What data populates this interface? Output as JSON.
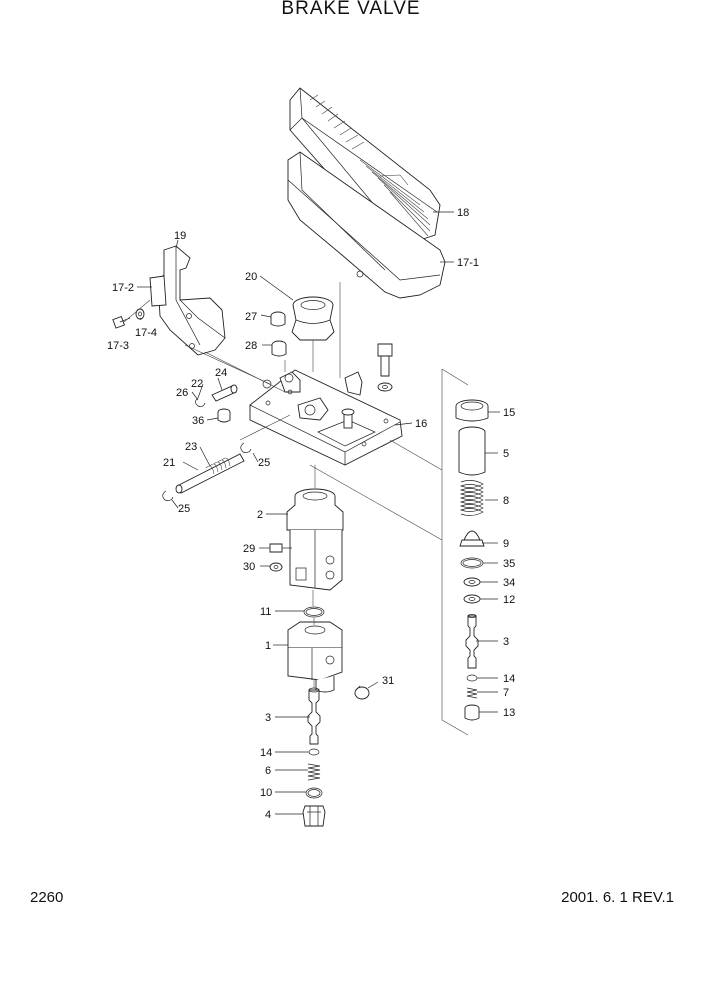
{
  "title": "BRAKE VALVE",
  "page_number": "2260",
  "revision": "2001. 6. 1 REV.1",
  "callouts": [
    {
      "id": "c18",
      "label": "18"
    },
    {
      "id": "c17_1",
      "label": "17-1"
    },
    {
      "id": "c19",
      "label": "19"
    },
    {
      "id": "c17_2",
      "label": "17-2"
    },
    {
      "id": "c20",
      "label": "20"
    },
    {
      "id": "c27",
      "label": "27"
    },
    {
      "id": "c17_4",
      "label": "17-4"
    },
    {
      "id": "c17_3",
      "label": "17-3"
    },
    {
      "id": "c28",
      "label": "28"
    },
    {
      "id": "c24",
      "label": "24"
    },
    {
      "id": "c22",
      "label": "22"
    },
    {
      "id": "c26",
      "label": "26"
    },
    {
      "id": "c36",
      "label": "36"
    },
    {
      "id": "c16",
      "label": "16"
    },
    {
      "id": "c15",
      "label": "15"
    },
    {
      "id": "c5",
      "label": "5"
    },
    {
      "id": "c23",
      "label": "23"
    },
    {
      "id": "c25a",
      "label": "25"
    },
    {
      "id": "c21",
      "label": "21"
    },
    {
      "id": "c8",
      "label": "8"
    },
    {
      "id": "c25b",
      "label": "25"
    },
    {
      "id": "c2",
      "label": "2"
    },
    {
      "id": "c9",
      "label": "9"
    },
    {
      "id": "c29",
      "label": "29"
    },
    {
      "id": "c35",
      "label": "35"
    },
    {
      "id": "c30",
      "label": "30"
    },
    {
      "id": "c34",
      "label": "34"
    },
    {
      "id": "c12",
      "label": "12"
    },
    {
      "id": "c11",
      "label": "11"
    },
    {
      "id": "c3a",
      "label": "3"
    },
    {
      "id": "c1",
      "label": "1"
    },
    {
      "id": "c14a",
      "label": "14"
    },
    {
      "id": "c31",
      "label": "31"
    },
    {
      "id": "c7",
      "label": "7"
    },
    {
      "id": "c13",
      "label": "13"
    },
    {
      "id": "c3b",
      "label": "3"
    },
    {
      "id": "c14b",
      "label": "14"
    },
    {
      "id": "c6",
      "label": "6"
    },
    {
      "id": "c10",
      "label": "10"
    },
    {
      "id": "c4",
      "label": "4"
    }
  ]
}
